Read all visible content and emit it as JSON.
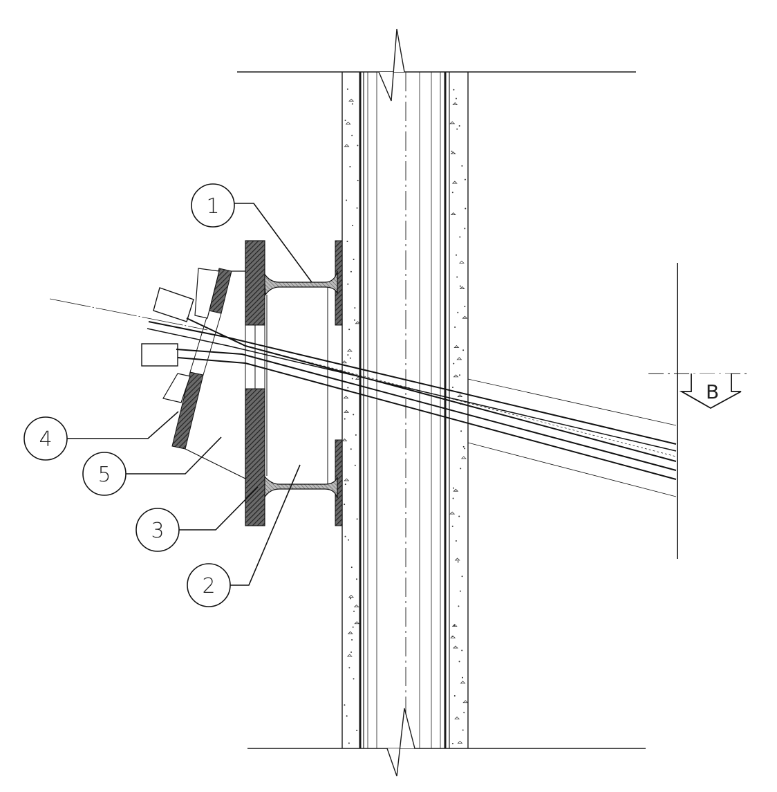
{
  "callouts": [
    {
      "id": "1",
      "label": "1"
    },
    {
      "id": "2",
      "label": "2"
    },
    {
      "id": "3",
      "label": "3"
    },
    {
      "id": "4",
      "label": "4"
    },
    {
      "id": "5",
      "label": "5"
    }
  ],
  "section_marker": {
    "label": "B"
  },
  "colors": {
    "line": "#1a1a1a",
    "hatch": "#333333",
    "background": "#ffffff"
  }
}
